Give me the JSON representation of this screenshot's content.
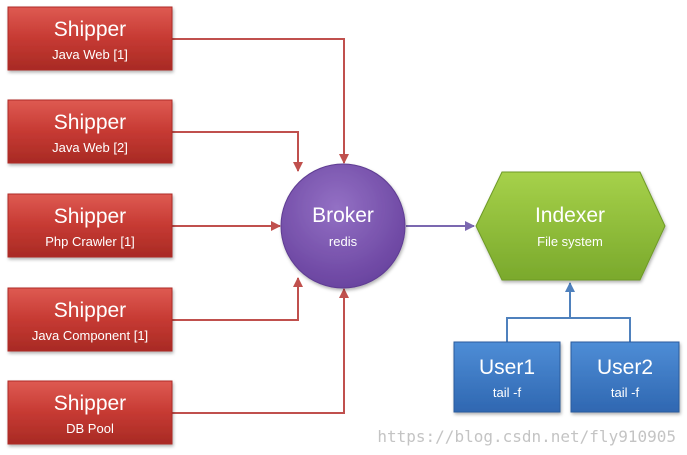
{
  "shippers": [
    {
      "title": "Shipper",
      "subtitle": "Java Web [1]"
    },
    {
      "title": "Shipper",
      "subtitle": "Java Web [2]"
    },
    {
      "title": "Shipper",
      "subtitle": "Php Crawler [1]"
    },
    {
      "title": "Shipper",
      "subtitle": "Java Component [1]"
    },
    {
      "title": "Shipper",
      "subtitle": "DB Pool"
    }
  ],
  "broker": {
    "title": "Broker",
    "subtitle": "redis"
  },
  "indexer": {
    "title": "Indexer",
    "subtitle": "File system"
  },
  "users": [
    {
      "title": "User1",
      "subtitle": "tail -f"
    },
    {
      "title": "User2",
      "subtitle": "tail -f"
    }
  ],
  "watermark": "https://blog.csdn.net/fly910905",
  "colors": {
    "shipper": "#c0392b",
    "broker": "#7b52a8",
    "indexer": "#8cbd3a",
    "user": "#3b78c4",
    "connector_red": "#c0504d",
    "connector_purple": "#7b68b0",
    "connector_blue": "#4f81bd"
  }
}
